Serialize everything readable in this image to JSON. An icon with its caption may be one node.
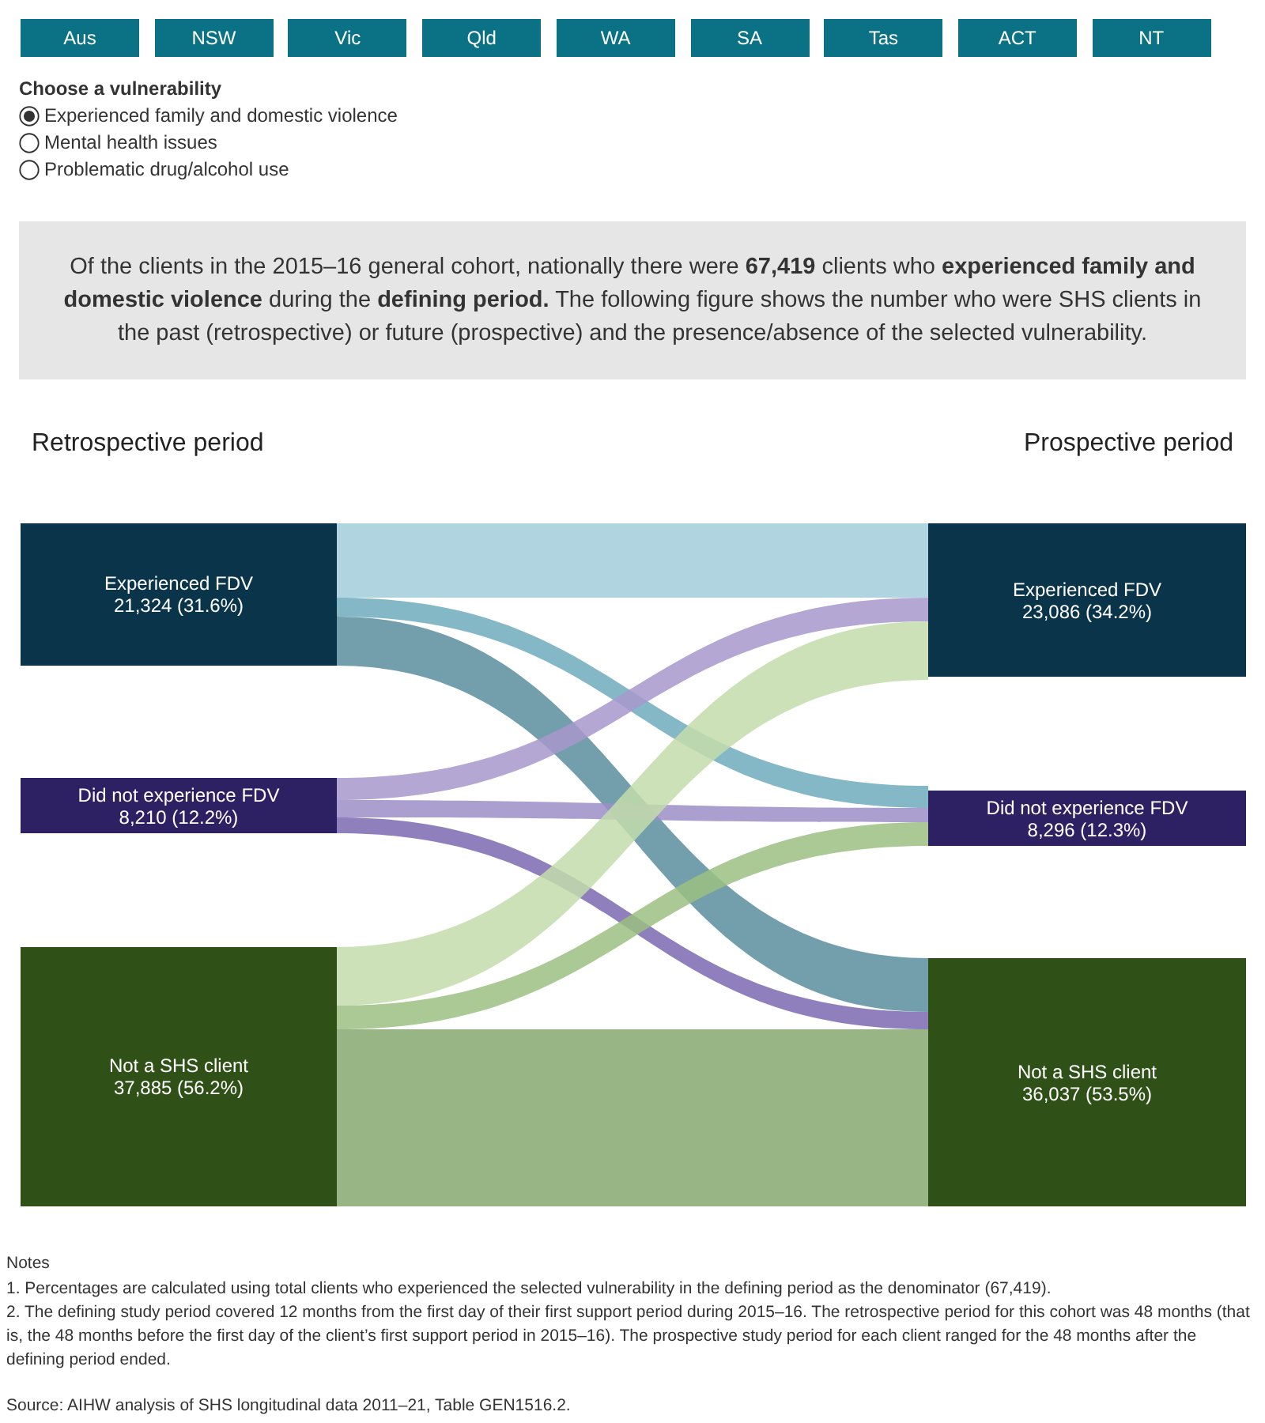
{
  "diagram": {
    "nodes": [
      {
        "text": [
          "Experienced FDV",
          "21,324 (31.6%)"
        ]
      },
      {
        "text": [
          "Did not experience FDV",
          "8,210 (12.2%)"
        ]
      },
      {
        "text": [
          "Not a SHS client",
          "37,885 (56.2%)"
        ]
      },
      {
        "text": [
          "Experienced FDV",
          "23,086 (34.2%)"
        ]
      },
      {
        "text": [
          "Did not experience FDV",
          "8,296 (12.3%)"
        ]
      },
      {
        "text": [
          "Not a SHS client",
          "36,037 (53.5%)"
        ]
      }
    ],
    "edges": [
      {
        "from": 0,
        "to": 3,
        "arrow": "none",
        "color": "#a2cdda"
      },
      {
        "from": 0,
        "to": 4,
        "arrow": "none",
        "color": "#6eabbd"
      },
      {
        "from": 0,
        "to": 5,
        "arrow": "none",
        "color": "#5a8e9e"
      },
      {
        "from": 1,
        "to": 3,
        "arrow": "none",
        "color": "#a898cc"
      },
      {
        "from": 1,
        "to": 4,
        "arrow": "none",
        "color": "#9c8ec8"
      },
      {
        "from": 1,
        "to": 5,
        "arrow": "none",
        "color": "#7d68b2"
      },
      {
        "from": 2,
        "to": 3,
        "arrow": "none",
        "color": "#c3dcaa"
      },
      {
        "from": 2,
        "to": 4,
        "arrow": "none",
        "color": "#9bbf82"
      },
      {
        "from": 2,
        "to": 5,
        "arrow": "none",
        "color": "#86a871"
      }
    ],
    "labels": [
      "Aus",
      "NSW",
      "Vic",
      "Qld",
      "WA",
      "SA",
      "Tas",
      "ACT",
      "NT",
      "Choose a vulnerability",
      "Experienced family and domestic violence",
      "Mental health issues",
      "Problematic drug/alcohol use",
      "Of the clients in the 2015–16 general cohort, nationally there were **67,419** clients who **experienced family and domestic violence** during the **defining period.** The following figure shows the number who were SHS clients in the past (retrospective) or future (prospective) and the presence/absence of the selected vulnerability.",
      "Retrospective period",
      "Prospective period",
      "Notes",
      "1. Percentages are calculated using total clients who experienced the selected vulnerability in the defining period as the denominator (67,419).",
      "2. The defining study period covered 12 months from the first day of their first support period during 2015–16. The retrospective period for this cohort was 48 months (that is, the 48 months before the first day of the client’s first support period in 2015–16). The prospective study period for each client ranged for the 48 months after the defining period ended.",
      "Source: AIHW analysis of SHS longitudinal data 2011–21, Table GEN1516.2."
    ]
  }
}
